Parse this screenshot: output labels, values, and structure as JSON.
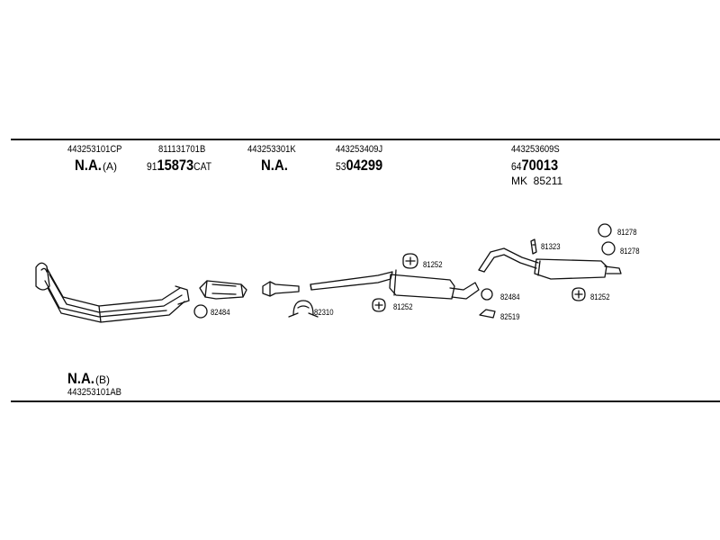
{
  "columns": [
    {
      "part": "443253101CP",
      "main": "N.A.",
      "suffix": "(A)"
    },
    {
      "part": "811131701B",
      "prefix": "91",
      "bold": "15873",
      "suffix": "CAT"
    },
    {
      "part": "443253301K",
      "main": "N.A."
    },
    {
      "part": "443253409J",
      "prefix": "53",
      "bold": "04299"
    },
    {
      "part": "443253609S",
      "prefix": "64",
      "bold": "70013",
      "kit_prefix": "MK",
      "kit_number": "85211"
    }
  ],
  "footer": {
    "main": "N.A.",
    "suffix": "(B)",
    "part": "443253101AB"
  },
  "labels": {
    "gasket_1": "82484",
    "clamp_1": "82310",
    "mount_1": "81252",
    "mount_2": "81252",
    "gasket_2": "82484",
    "gasket_3": "82519",
    "bracket": "81323",
    "ring_1": "81278",
    "ring_2": "81278",
    "mount_3": "81252"
  }
}
